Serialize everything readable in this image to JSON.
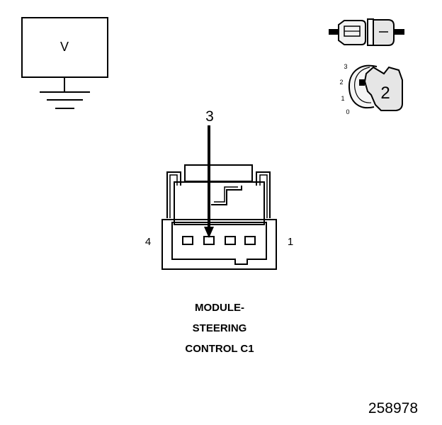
{
  "meter": {
    "label": "V"
  },
  "connector": {
    "pin_left_label": "4",
    "pin_right_label": "1",
    "probe_pin_label": "3"
  },
  "view_icon": {
    "position_labels": [
      "3",
      "2",
      "1",
      "0"
    ],
    "selected_position": "2"
  },
  "caption": {
    "line1": "MODULE-",
    "line2": "STEERING",
    "line3": "CONTROL C1"
  },
  "figure_number": "258978"
}
